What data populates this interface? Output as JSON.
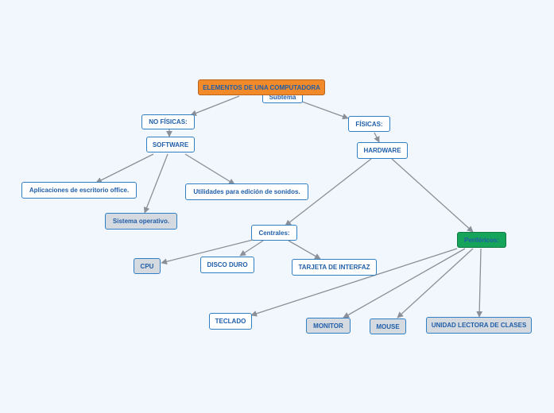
{
  "colors": {
    "background": "#f2f6fd",
    "node_border": "#2f7fc4",
    "node_text": "#1f5ea8",
    "root_fill": "#f28a2a",
    "highlight_fill": "#16a35a",
    "gray_fill": "#d5d9e0",
    "edge": "#8a9099"
  },
  "nodes": {
    "root": "ELEMENTOS DE UNA COMPUTADORA",
    "subtema": "Subtema",
    "no_fisicas": "NO FÍSICAS:",
    "software": "SOFTWARE",
    "aplicaciones": "Aplicaciones de escritorio office.",
    "sistema_operativo": "Sistema operativo.",
    "utilidades": "Utilidades para edición de sonidos.",
    "fisicas": "FÍSICAS:",
    "hardware": "HARDWARE",
    "centrales": "Centrales:",
    "cpu": "CPU",
    "disco_duro": "DISCO DURO",
    "tarjeta": "TARJETA DE INTERFAZ",
    "perifericos": "Periféricos:",
    "teclado": "TECLADO",
    "monitor": "MONITOR",
    "mouse": "MOUSE",
    "unidad_lectora": "UNIDAD LECTORA DE CLASES"
  }
}
